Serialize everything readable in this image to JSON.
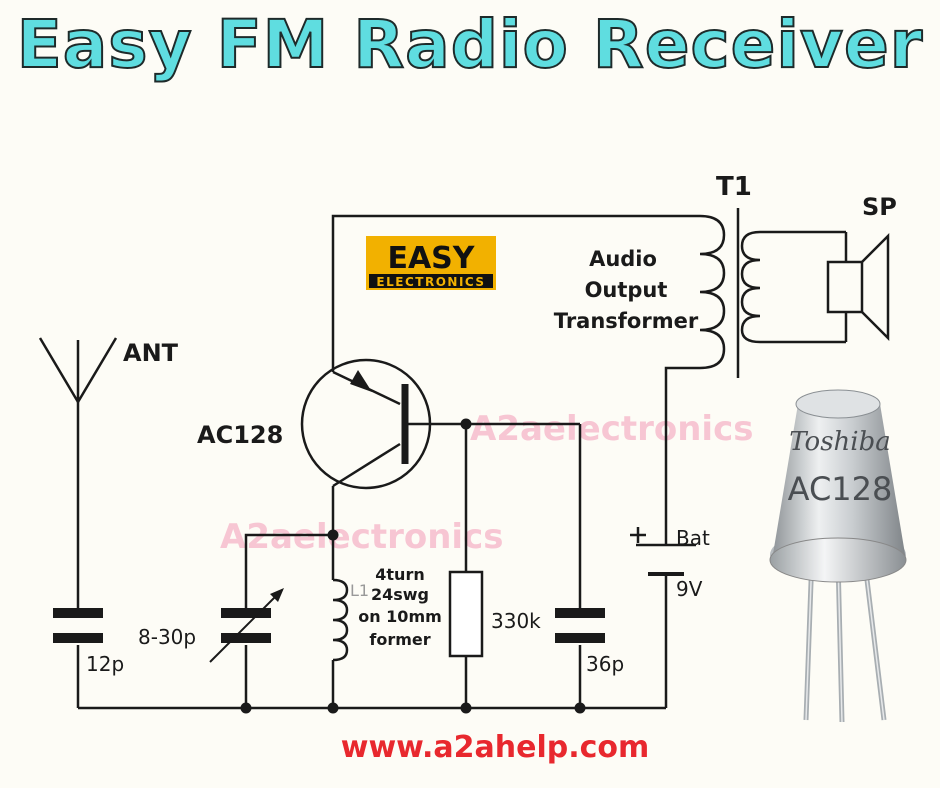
{
  "title": "Easy FM Radio Receiver",
  "logo": {
    "line1": "EASY",
    "line2": "ELECTRONICS"
  },
  "labels": {
    "ant": "ANT",
    "transistor": "AC128",
    "transformer_ref": "T1",
    "transformer_desc": [
      "Audio",
      "Output",
      "Transformer"
    ],
    "speaker": "SP",
    "battery_name": "Bat",
    "battery_value": "9V",
    "c_ant": "12p",
    "c_trim": "8-30p",
    "coil_ref": "L1",
    "coil_desc": [
      "4turn",
      "24swg",
      "on 10mm",
      "former"
    ],
    "resistor": "330k",
    "c_base": "36p"
  },
  "watermark": "A2aelectronics",
  "photo_text": {
    "brand": "Toshiba",
    "part": "AC128"
  },
  "url": "www.a2ahelp.com",
  "colors": {
    "title": "#5fdde0",
    "url": "#e8282e",
    "logo_bg": "#f2b100",
    "watermark": "#f7c6d3"
  }
}
